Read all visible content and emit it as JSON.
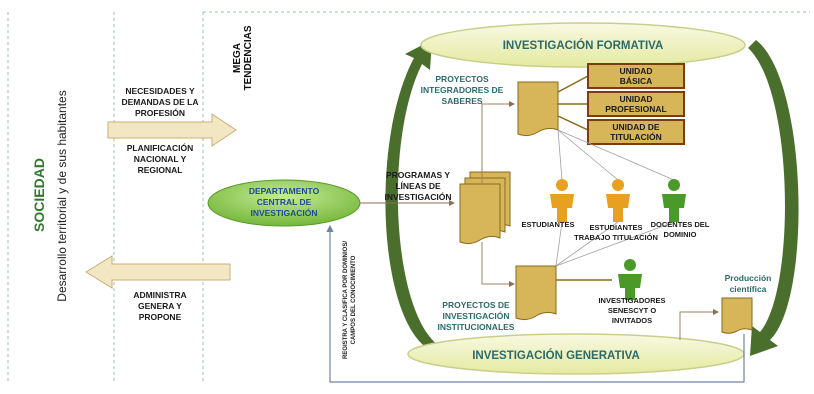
{
  "left_panel": {
    "society_title": "SOCIEDAD",
    "society_subtitle": "Desarrollo territorial y de sus habitantes"
  },
  "mega_tendencias": {
    "line1": "MEGA",
    "line2": "TENDENCIAS"
  },
  "inputs": {
    "needs": [
      "NECESIDADES Y",
      "DEMANDAS DE LA",
      "PROFESIÓN"
    ],
    "planning": [
      "PLANIFICACIÓN",
      "NACIONAL Y",
      "REGIONAL"
    ],
    "admin": [
      "ADMINISTRA",
      "GENERA Y",
      "PROPONE"
    ]
  },
  "department": [
    "DEPARTAMENTO",
    "CENTRAL DE",
    "INVESTIGACIÓN"
  ],
  "registra_label": [
    "REGISTRA Y CLASIFICA POR DOMINIOS/",
    "CAMPOS DEL CONOCIMIENTO"
  ],
  "formativa_title": "INVESTIGACIÓN  FORMATIVA",
  "generativa_title": "INVESTIGACIÓN  GENERATIVA",
  "projects_integrators": [
    "PROYECTOS",
    "INTEGRADORES DE",
    "SABERES"
  ],
  "programs": [
    "PROGRAMAS Y",
    "LÍNEAS DE",
    "INVESTIGACIÓN"
  ],
  "projects_institutional": [
    "PROYECTOS DE",
    "INVESTIGACIÓN",
    "INSTITUCIONALES"
  ],
  "units": [
    [
      "UNIDAD",
      "BÁSICA"
    ],
    [
      "UNIDAD",
      "PROFESIONAL"
    ],
    [
      "UNIDAD DE",
      "TITULACIÓN"
    ]
  ],
  "people": {
    "students": [
      "ESTUDIANTES"
    ],
    "students_titulation": [
      "ESTUDIANTES",
      "TRABAJO TITULACIÓN"
    ],
    "teachers": [
      "DOCENTES DEL",
      "DOMINIO"
    ],
    "researchers": [
      "INVESTIGADORES",
      "SENESCYT O",
      "INVITADOS"
    ]
  },
  "production": [
    "Producción",
    "científica"
  ],
  "colors": {
    "green_dark": "#3c6a1e",
    "green_arrow": "#4a6e2c",
    "orange_figure": "#e8a020",
    "green_figure": "#4a9a2a",
    "doc_fill": "#d7b65a",
    "doc_stroke": "#8a6a18",
    "unit_fill": "#d7b65a",
    "unit_stroke": "#7d3b10",
    "ellipse_fill": "#eef2b8",
    "ellipse_stroke": "#c9cf8a",
    "dept_fill": "#8fcf52",
    "input_arrow_fill": "#f3e6c2",
    "input_arrow_stroke": "#c8b07a",
    "connector": "#a08060",
    "text_dark": "#1f2a10",
    "text_teal": "#2c6a6a"
  }
}
